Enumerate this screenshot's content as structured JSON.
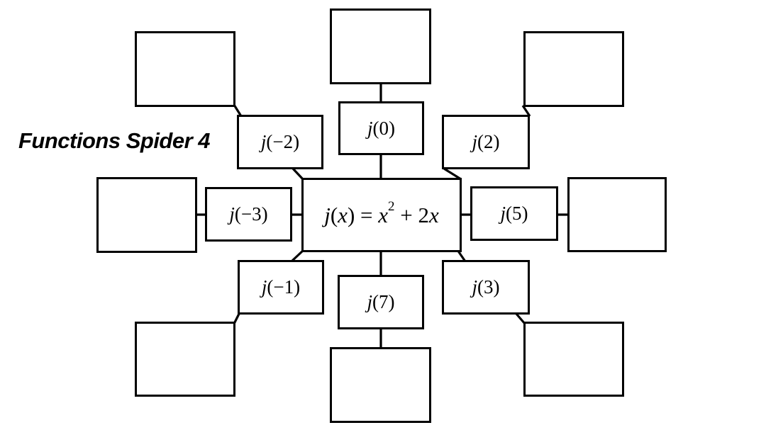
{
  "title": "Functions Spider 4",
  "center": {
    "f": "j",
    "p1": "(",
    "v1": "x",
    "p2": ") = ",
    "v2": "x",
    "sup": "2",
    "p3": " + 2",
    "v3": "x"
  },
  "nodes": [
    {
      "func": "j",
      "arg": "(−2)"
    },
    {
      "func": "j",
      "arg": "(0)"
    },
    {
      "func": "j",
      "arg": "(2)"
    },
    {
      "func": "j",
      "arg": "(−3)"
    },
    {
      "func": "j",
      "arg": "(5)"
    },
    {
      "func": "j",
      "arg": "(−1)"
    },
    {
      "func": "j",
      "arg": "(7)"
    },
    {
      "func": "j",
      "arg": "(3)"
    }
  ],
  "colors": {
    "stroke": "#000000",
    "background": "#ffffff",
    "text": "#000000"
  }
}
